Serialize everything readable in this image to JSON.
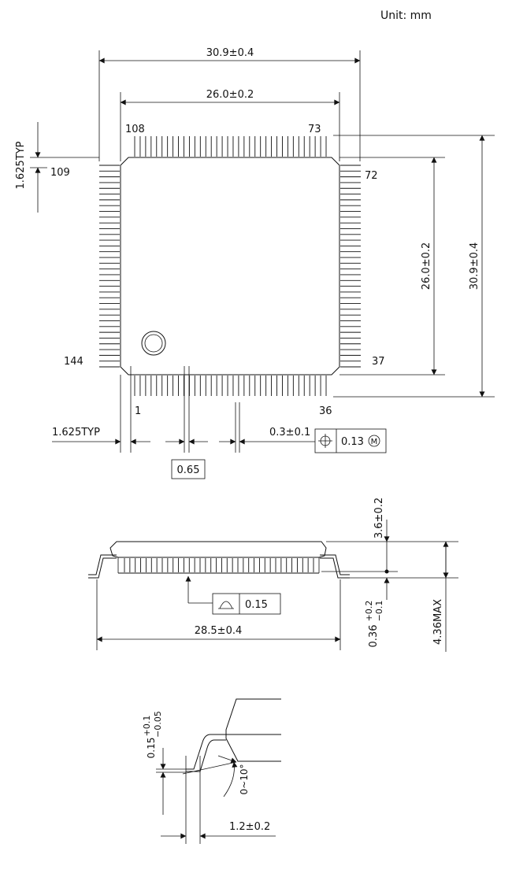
{
  "unit_label": "Unit: mm",
  "top_view": {
    "dim_overall_width": "30.9±0.4",
    "dim_body_width": "26.0±0.2",
    "dim_body_height": "26.0±0.2",
    "dim_overall_height": "30.9±0.4",
    "dim_corner_offset_vertical": "1.625TYP",
    "dim_corner_offset_horizontal": "1.625TYP",
    "pin_labels": {
      "pin_1": "1",
      "pin_36": "36",
      "pin_37": "37",
      "pin_72": "72",
      "pin_73": "73",
      "pin_108": "108",
      "pin_109": "109",
      "pin_144": "144"
    },
    "pin_pitch": "0.65",
    "lead_width": "0.3±0.1",
    "position_tolerance": "0.13",
    "mmc_symbol": "M"
  },
  "side_view": {
    "dim_length": "28.5±0.4",
    "flatness_value": "0.15",
    "dim_body_thickness": "3.6±0.2",
    "dim_standoff_main": "0.36",
    "dim_standoff_tol_plus": "+0.2",
    "dim_standoff_tol_minus": "−0.1",
    "dim_max_height": "4.36MAX"
  },
  "lead_detail": {
    "dim_lead_thickness_main": "0.15",
    "dim_lead_thickness_tol_plus": "+0.1",
    "dim_lead_thickness_tol_minus": "−0.05",
    "dim_angle": "0~10°",
    "dim_foot_length": "1.2±0.2"
  }
}
